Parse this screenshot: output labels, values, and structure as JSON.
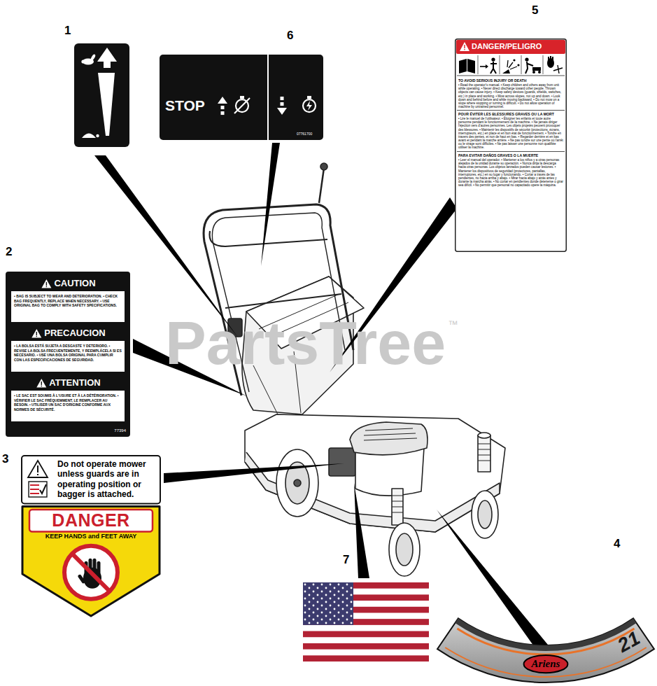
{
  "diagram": {
    "nodes": [
      {
        "text": [
          "STOP",
          "07761700"
        ]
      },
      {
        "text": [
          "DANGER/PELIGRO",
          "TO AVOID SERIOUS INJURY OR DEATH",
          "• Read the operator's manual. • Keep children and others away from unit while operating. • Never direct discharge toward other people. Thrown objects can cause injury. • Keep safety devices (guards, shields, switches, etc.) in place and working. • Mow across slopes, not up and down. • Look down and behind before and while moving backward. • Do not mow on a slope where stopping or turning is difficult. • Do not allow operation of machine by untrained personnel.",
          "POUR ÉVITER LES BLESSURES GRAVES OU LA MORT",
          "• Lire le manuel de l'utilisateur. • Éloigner les enfants et toute autre personne pendant le fonctionnement de la machine. • Ne jamais diriger l'éjection vers d'autres personnes. Les objets projetés peuvent provoquer des blessures. • Maintenir les dispositifs de sécurité (protections, écrans, interrupteurs, etc.) en place et en bon état de fonctionnement. • Tondre en travers des pentes, et non de haut en bas. • Regarder derrière et en bas avant et pendant la marche arrière. • Ne pas tondre sur une pente où l'arrêt ou le virage sont difficiles. • Ne pas laisser une personne non qualifiée utiliser la machine.",
          "PARA EVITAR DAÑOS GRAVES O LA MUERTE",
          "• Leer el manual del operador. • Mantener a los niños y a otras personas alejados de la unidad durante su operación. • Nunca dirija la descarga hacia otras personas. Los objetos lanzados pueden causar lesiones. • Mantener los dispositivos de seguridad (protectores, pantallas, interruptores, etc.) en su lugar y funcionando. • Cortar a través de las pendientes, no hacia arriba y abajo. • Mirar hacia abajo y atrás antes y durante la marcha atrás. • No cortar en pendientes donde detenerse o girar sea difícil. • No permitir que personal no capacitado opere la máquina."
        ]
      },
      {
        "text": [
          "CAUTION",
          "• BAG IS SUBJECT TO WEAR AND DETERIORATION. • CHECK BAG FREQUENTLY, REPLACE WHEN NECESSARY. • USE ORIGINAL BAG TO COMPLY WITH SAFETY SPECIFICATIONS.",
          "PRECAUCION",
          "• LA BOLSA ESTÁ SUJETA A DESGASTE Y DETERIORO. • REVISE LA BOLSA FRECUENTEMENTE, Y REEMPLÁCELA SI ES NECESARIO. • USE UNA BOLSA ORIGINAL PARA CUMPLIR CON LAS ESPECIFICACIONES DE SEGURIDAD.",
          "ATTENTION",
          "• LE SAC EST SOUMIS À L'USURE ET À LA DÉTÉRIORATION. • VÉRIFIER LE SAC FRÉQUEMMENT, LE REMPLACER AU BESOIN. • UTILISER UN SAC D'ORIGINE CONFORME AUX NORMES DE SÉCURITÉ.",
          "77394"
        ]
      },
      {
        "text": [
          "Do not operate mower unless guards are in operating position or bagger is attached.",
          "DANGER",
          "KEEP HANDS and FEET AWAY"
        ]
      },
      {
        "text": [
          "21",
          "Ariens"
        ]
      }
    ],
    "labels": [
      "1",
      "6",
      "5",
      "2",
      "3",
      "7",
      "4",
      "PartsTree",
      "™"
    ]
  }
}
